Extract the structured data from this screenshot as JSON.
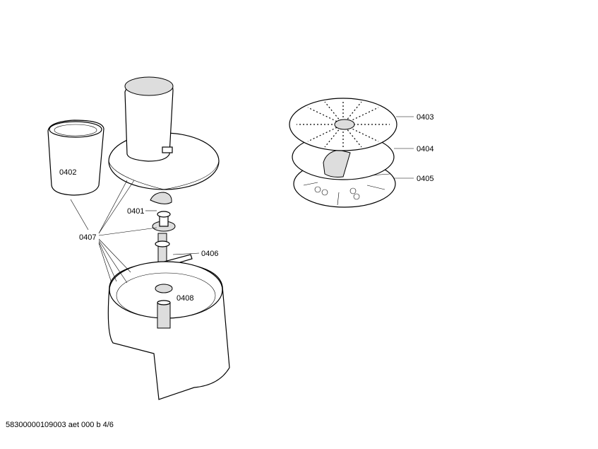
{
  "labels": {
    "p0401": "0401",
    "p0402": "0402",
    "p0403": "0403",
    "p0404": "0404",
    "p0405": "0405",
    "p0406": "0406",
    "p0407": "0407",
    "p0408": "0408"
  },
  "footer": "58300000109003 aet 000 b 4/6"
}
